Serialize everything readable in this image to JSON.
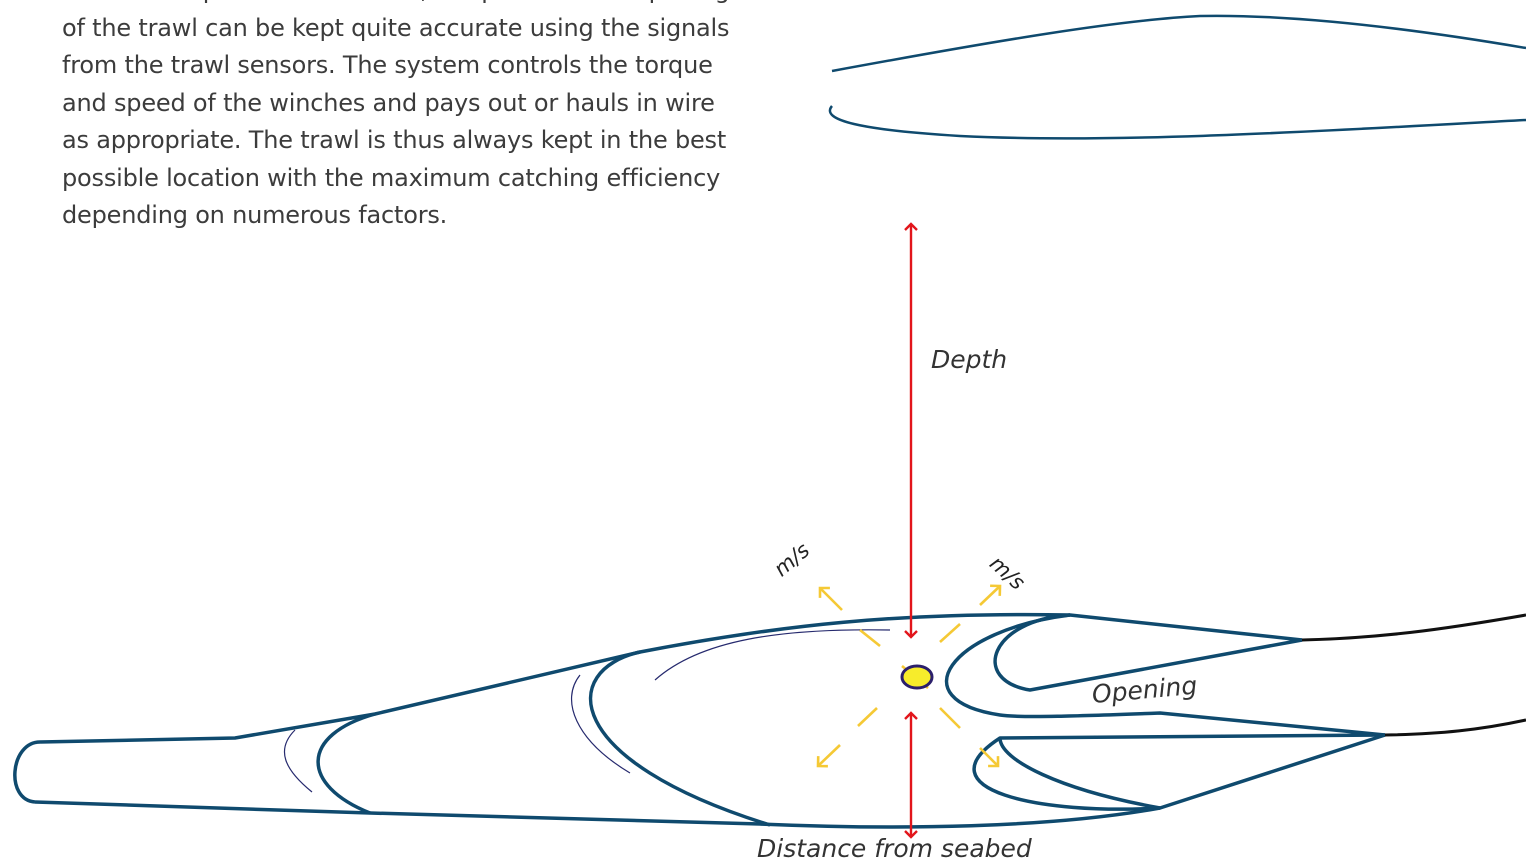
{
  "body_text": {
    "lines": [
      "the desired position in the sea, the position and opening",
      "of the trawl can be kept quite accurate using the signals",
      "from the trawl sensors. The system controls the torque",
      "and speed of the winches and pays out or hauls in wire",
      "as appropriate. The trawl is thus always kept in the best",
      "possible location with the maximum catching efficiency",
      "depending on numerous factors."
    ]
  },
  "diagram": {
    "labels": {
      "depth": "Depth",
      "opening": "Opening",
      "distance_from_seabed": "Distance from seabed",
      "speed_unit_left": "m/s",
      "speed_unit_right": "m/s"
    },
    "colors": {
      "outline": "#0f4a6e",
      "arrow": "#e2151b",
      "speed_arrow": "#f5c935",
      "sensor_fill": "#f7ec2b",
      "sensor_stroke": "#2b1f6b",
      "warp_line": "#111111"
    }
  }
}
